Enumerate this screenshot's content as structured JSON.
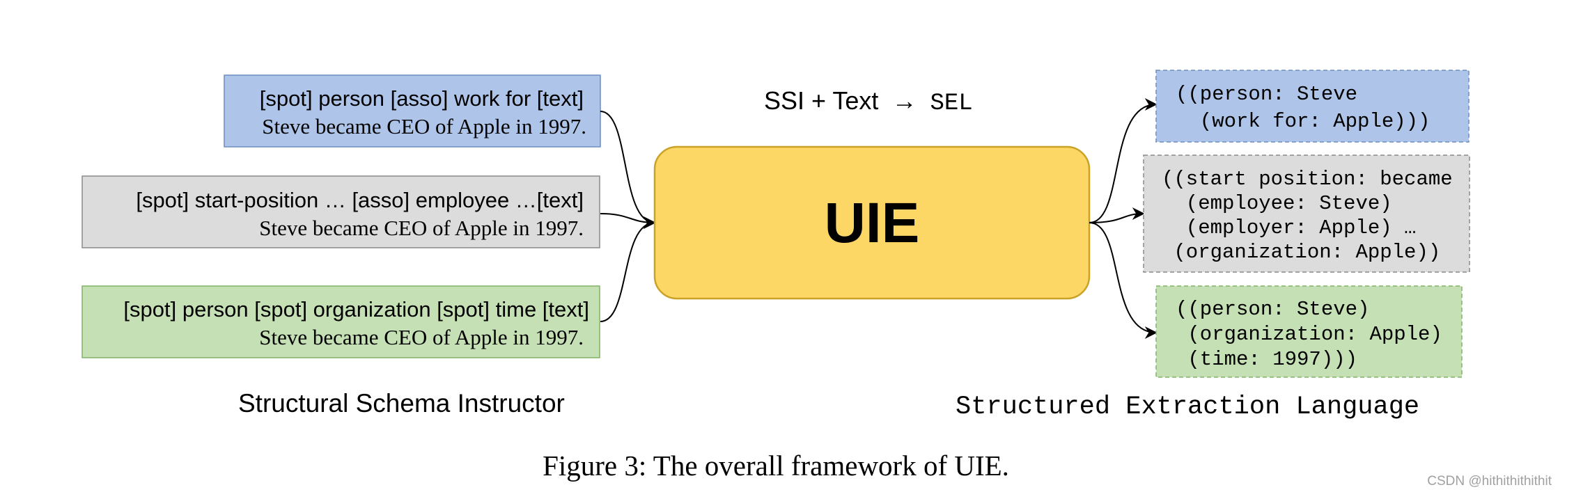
{
  "diagram": {
    "inputs": [
      {
        "schema": "[spot] person [asso] work for [text]",
        "text": "Steve became CEO of Apple in 1997.",
        "fill": "#aec4e8",
        "stroke": "#6c8ebf"
      },
      {
        "schema": "[spot] start-position … [asso] employee …[text]",
        "text": "Steve became CEO of Apple in 1997.",
        "fill": "#dcdcdc",
        "stroke": "#8a8a8a"
      },
      {
        "schema": "[spot] person [spot] organization [spot] time [text]",
        "text": "Steve became CEO of Apple in 1997.",
        "fill": "#c5e0b4",
        "stroke": "#82b366"
      }
    ],
    "formula": {
      "lhs": "SSI + Text",
      "arrow": "→",
      "rhs": "SEL"
    },
    "center": {
      "label": "UIE",
      "fill": "#fdd766",
      "stroke": "#c9a227"
    },
    "outputs": [
      {
        "lines": [
          "((person: Steve",
          "  (work for: Apple)))"
        ],
        "fill": "#aec4e8",
        "stroke": "#6c8ebf"
      },
      {
        "lines": [
          "((start position: became",
          "  (employee: Steve)",
          "  (employer: Apple) …",
          " (organization: Apple))"
        ],
        "fill": "#dcdcdc",
        "stroke": "#8a8a8a"
      },
      {
        "lines": [
          "((person: Steve)",
          " (organization: Apple)",
          " (time: 1997)))"
        ],
        "fill": "#c5e0b4",
        "stroke": "#82b366"
      }
    ],
    "left_caption": "Structural Schema Instructor",
    "right_caption": "Structured Extraction Language",
    "figure_caption": "Figure 3: The overall framework of UIE.",
    "watermark": "CSDN @hithithithithit"
  }
}
